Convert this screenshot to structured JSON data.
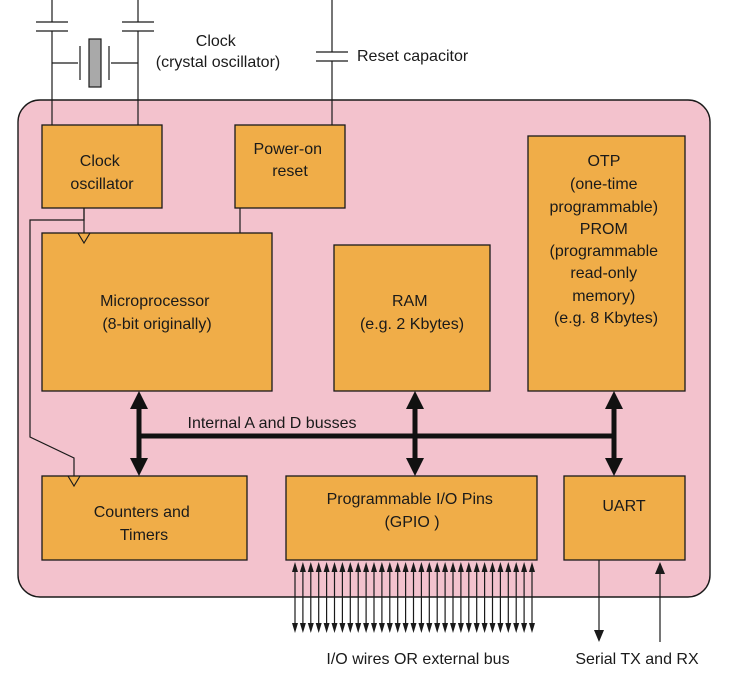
{
  "colors": {
    "chip_background": "#f3c2cd",
    "block_fill": "#f0ad48",
    "line": "#1a1a1a",
    "crystal": "#a9a9a9"
  },
  "external": {
    "clock_label": [
      "Clock",
      "(crystal oscillator)"
    ],
    "reset_capacitor_label": "Reset capacitor",
    "io_wires_label": "I/O wires OR external bus",
    "serial_label": "Serial TX and RX"
  },
  "blocks": {
    "clock_oscillator": [
      "Clock",
      "oscillator"
    ],
    "power_on_reset": [
      "Power-on",
      "reset"
    ],
    "otp_prom": [
      "OTP",
      "(one-time",
      "programmable)",
      "PROM",
      "(programmable",
      "read-only",
      "memory)",
      "",
      "(e.g. 8 Kbytes)"
    ],
    "microprocessor": [
      "Microprocessor",
      "(8-bit originally)"
    ],
    "ram": [
      "RAM",
      "(e.g. 2 Kbytes)"
    ],
    "counters_timers": [
      "Counters and",
      "Timers"
    ],
    "gpio": [
      "Programmable I/O Pins",
      "(GPIO )"
    ],
    "uart": [
      "UART"
    ]
  },
  "bus_label": "Internal A and D busses"
}
